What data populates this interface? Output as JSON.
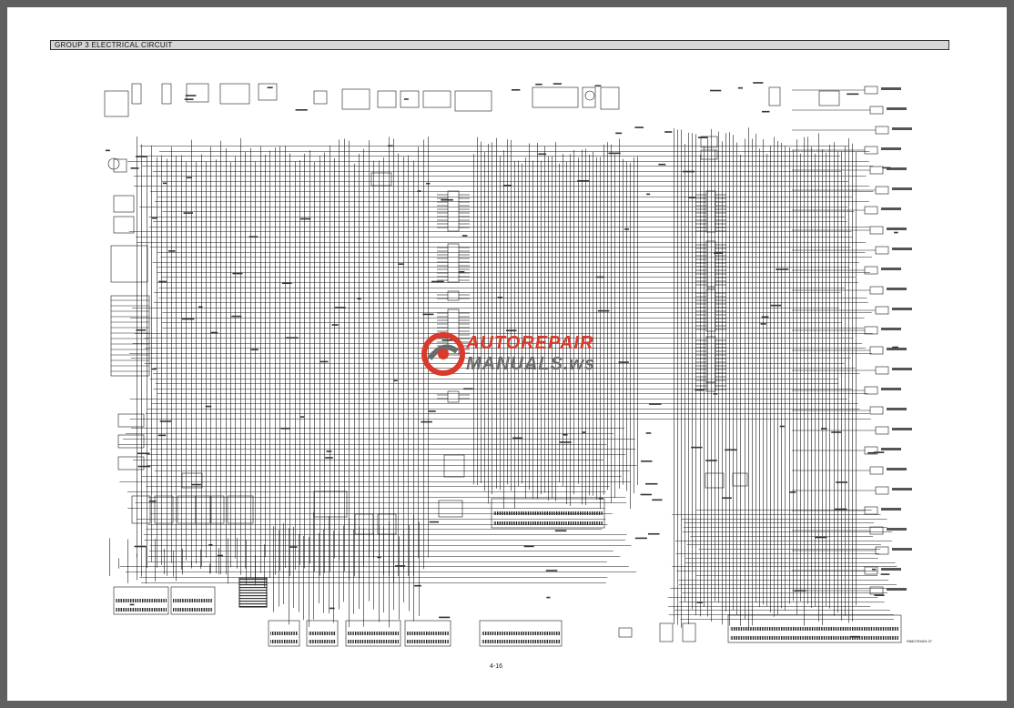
{
  "header": {
    "title": "GROUP  3  ELECTRICAL CIRCUIT"
  },
  "footer": {
    "page_number": "4-16",
    "drawing_code": "R8807EM03-07"
  },
  "watermark": {
    "line1": "AUTOREPAIR",
    "line2": "MANUALS.ws"
  },
  "colors": {
    "background": "#5f5f5f",
    "sheet": "#ffffff",
    "wire": "#1a1a1a",
    "header_fill": "#d6d6d6",
    "watermark_red": "#d93a2b",
    "watermark_gray": "#6b6b6b"
  }
}
